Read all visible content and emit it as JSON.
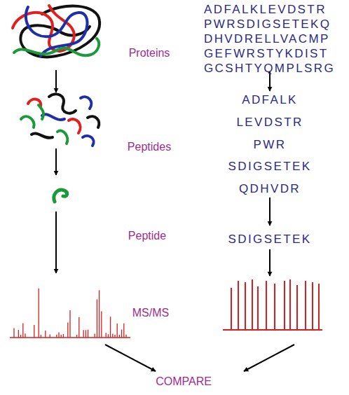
{
  "diagram": {
    "labels": [
      "ADFALKLEVDSTR",
      "PWRSDIGSETEKQ",
      "DHVDRELLVACMP",
      "GEFWRSTYKDIST",
      "GCSHTYQMPLSRG",
      "Proteins",
      "ADFALK",
      "LEVDSTR",
      "Peptides",
      "PWR",
      "SDIGSETEK",
      "QDHVDR",
      "Peptide",
      "SDIGSETEK",
      "MS/MS",
      "COMPARE"
    ]
  }
}
